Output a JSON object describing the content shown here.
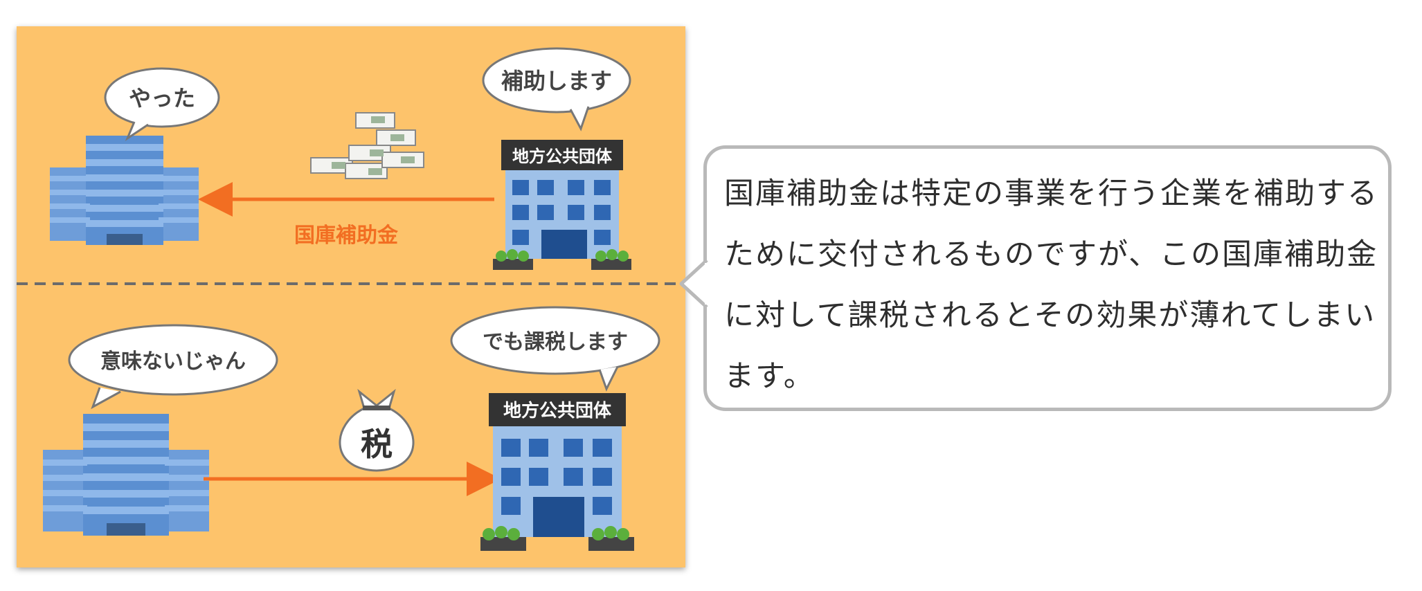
{
  "top_scene": {
    "company_bubble": "やった",
    "government_bubble": "補助します",
    "government_sign": "地方公共団体",
    "arrow_label": "国庫補助金"
  },
  "bottom_scene": {
    "company_bubble": "意味ないじゃん",
    "government_bubble": "でも課税します",
    "government_sign": "地方公共団体",
    "tax_bag_label": "税"
  },
  "callout": {
    "text": "国庫補助金は特定の事業を行う企業を補助するために交付されるものですが、この国庫補助金に対して課税されるとその効果が薄れてしまいます。"
  },
  "colors": {
    "background": "#FDC36B",
    "arrow": "#F26E22",
    "divider": "#6b6b6b",
    "building_blue": "#5B8FD1"
  },
  "icons": {
    "company": "office-building-icon",
    "government": "government-building-icon",
    "money": "money-stack-icon",
    "tax": "tax-bag-icon"
  }
}
